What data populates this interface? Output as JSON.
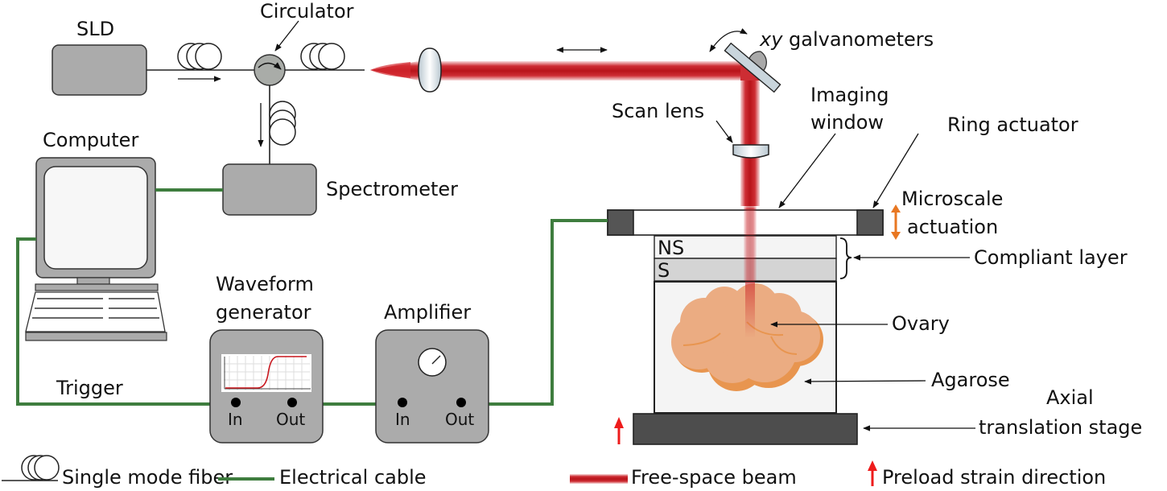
{
  "labels": {
    "sld": "SLD",
    "circulator": "Circulator",
    "galvo_prefix": "xy",
    "galvo_suffix": " galvanometers",
    "scan_lens": "Scan lens",
    "imaging_window_1": "Imaging",
    "imaging_window_2": "window",
    "ring_actuator": "Ring actuator",
    "computer": "Computer",
    "spectrometer": "Spectrometer",
    "microscale_1": "Microscale",
    "microscale_2": "actuation",
    "ns": "NS",
    "s": "S",
    "compliant_layer": "Compliant layer",
    "waveform_1": "Waveform",
    "waveform_2": "generator",
    "amplifier": "Amplifier",
    "ovary": "Ovary",
    "trigger": "Trigger",
    "agarose": "Agarose",
    "axial_1": "Axial",
    "axial_2": "translation stage",
    "wf_in": "In",
    "wf_out": "Out",
    "amp_in": "In",
    "amp_out": "Out"
  },
  "legend": [
    {
      "symbol": "fiber-coil",
      "label": "Single mode fiber"
    },
    {
      "symbol": "green-line",
      "label": "Electrical cable"
    },
    {
      "symbol": "red-beam",
      "label": "Free-space beam"
    },
    {
      "symbol": "red-arrow",
      "label": "Preload strain direction"
    }
  ],
  "colors": {
    "beam": "#c8161d",
    "cable": "#3e7d3e",
    "actuation_arrow": "#e87722",
    "preload_arrow": "#ee1c1c",
    "ovary": "#e9a97c",
    "device_gray": "#ababab",
    "stage": "#4d4d4d"
  }
}
